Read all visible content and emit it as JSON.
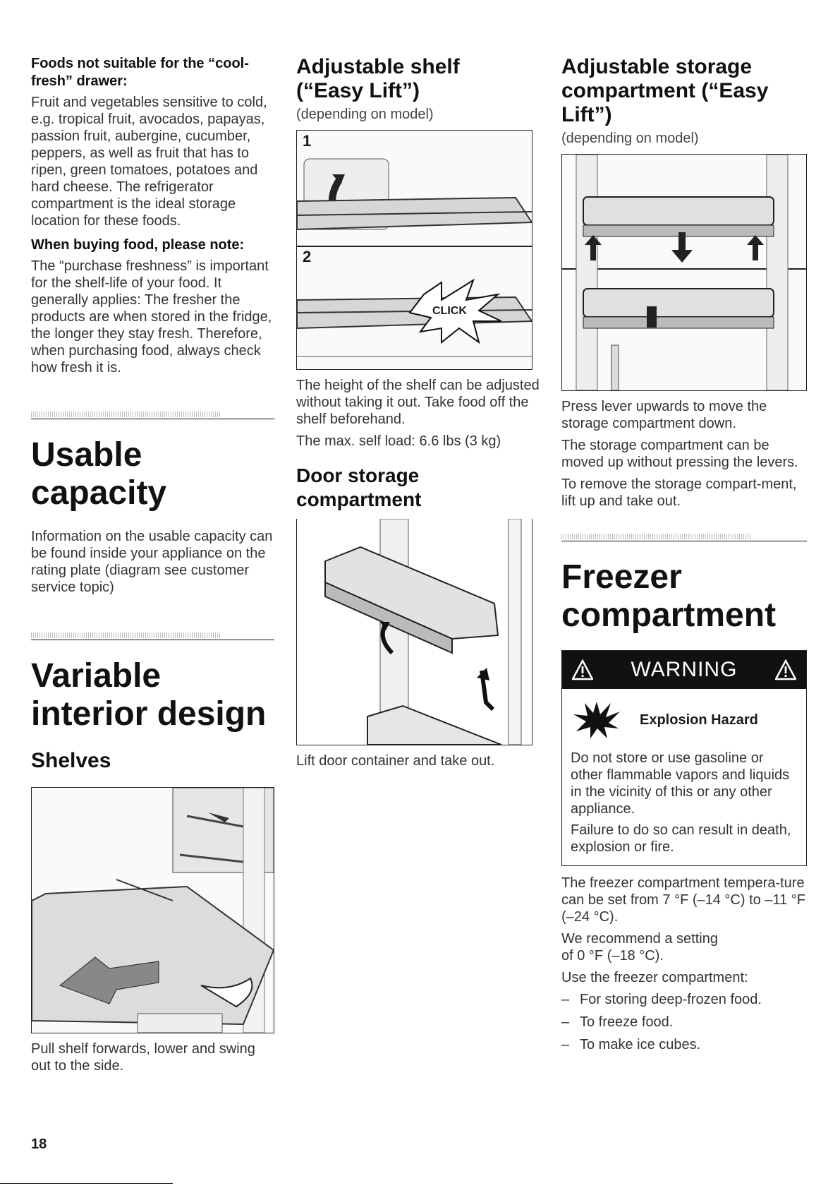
{
  "col1": {
    "unsuitable_heading": "Foods not suitable for the “cool-fresh” drawer:",
    "unsuitable_text": "Fruit and vegetables sensitive to cold, e.g. tropical fruit, avocados, papayas, passion fruit, aubergine, cucumber, peppers, as well as fruit that has to ripen, green tomatoes, potatoes and hard cheese. The refrigerator compartment is the ideal storage location for these foods.",
    "buying_heading": "When buying food, please note:",
    "buying_text": "The “purchase freshness” is important for the shelf-life of your food. It generally applies: The fresher the products are when stored in the fridge, the longer they stay fresh. Therefore, when purchasing food, always check how fresh it is.",
    "usable_heading": "Usable capacity",
    "usable_text": "Information on the usable capacity can be found inside your appliance on the rating plate (diagram see customer service topic)",
    "variable_heading": "Variable interior design",
    "shelves_heading": "Shelves",
    "shelves_caption": "Pull shelf forwards, lower and swing out to the side."
  },
  "col2": {
    "shelf_heading": "Adjustable shelf (“Easy Lift”)",
    "shelf_depending": "(depending on model)",
    "fig_num_1": "1",
    "fig_num_2": "2",
    "click_label": "CLICK",
    "shelf_text_1": "The height of the shelf can be adjusted without taking it out. Take food off the shelf beforehand.",
    "shelf_text_2": "The max. self load: 6.6 lbs (3 kg)",
    "door_heading": "Door storage compartment",
    "door_caption": "Lift door container and take out."
  },
  "col3": {
    "storage_heading": "Adjustable storage compartment (“Easy Lift”)",
    "storage_depending": "(depending on model)",
    "storage_text_1": "Press lever upwards to move the storage compartment down.",
    "storage_text_2": "The storage compartment can be moved up without pressing the levers.",
    "storage_text_3": "To remove the storage compart-ment, lift up and take out.",
    "freezer_heading": "Freezer compartment",
    "warning_label": "WARNING",
    "hazard_label": "Explosion Hazard",
    "warning_text_1": "Do not store or use gasoline or other flammable vapors and liquids in the vicinity of this or any other appliance.",
    "warning_text_2": "Failure to do so can result in death, explosion or fire.",
    "freezer_text_1": "The freezer compartment tempera-ture can be set from 7 °F (–14 °C) to –11 °F (–24 °C).",
    "freezer_text_2": "We recommend a setting of 0 °F (–18 °C).",
    "freezer_text_3": "Use the freezer compartment:",
    "uses": [
      "For storing deep-frozen food.",
      "To freeze food.",
      "To make ice cubes."
    ]
  },
  "page_number": "18"
}
